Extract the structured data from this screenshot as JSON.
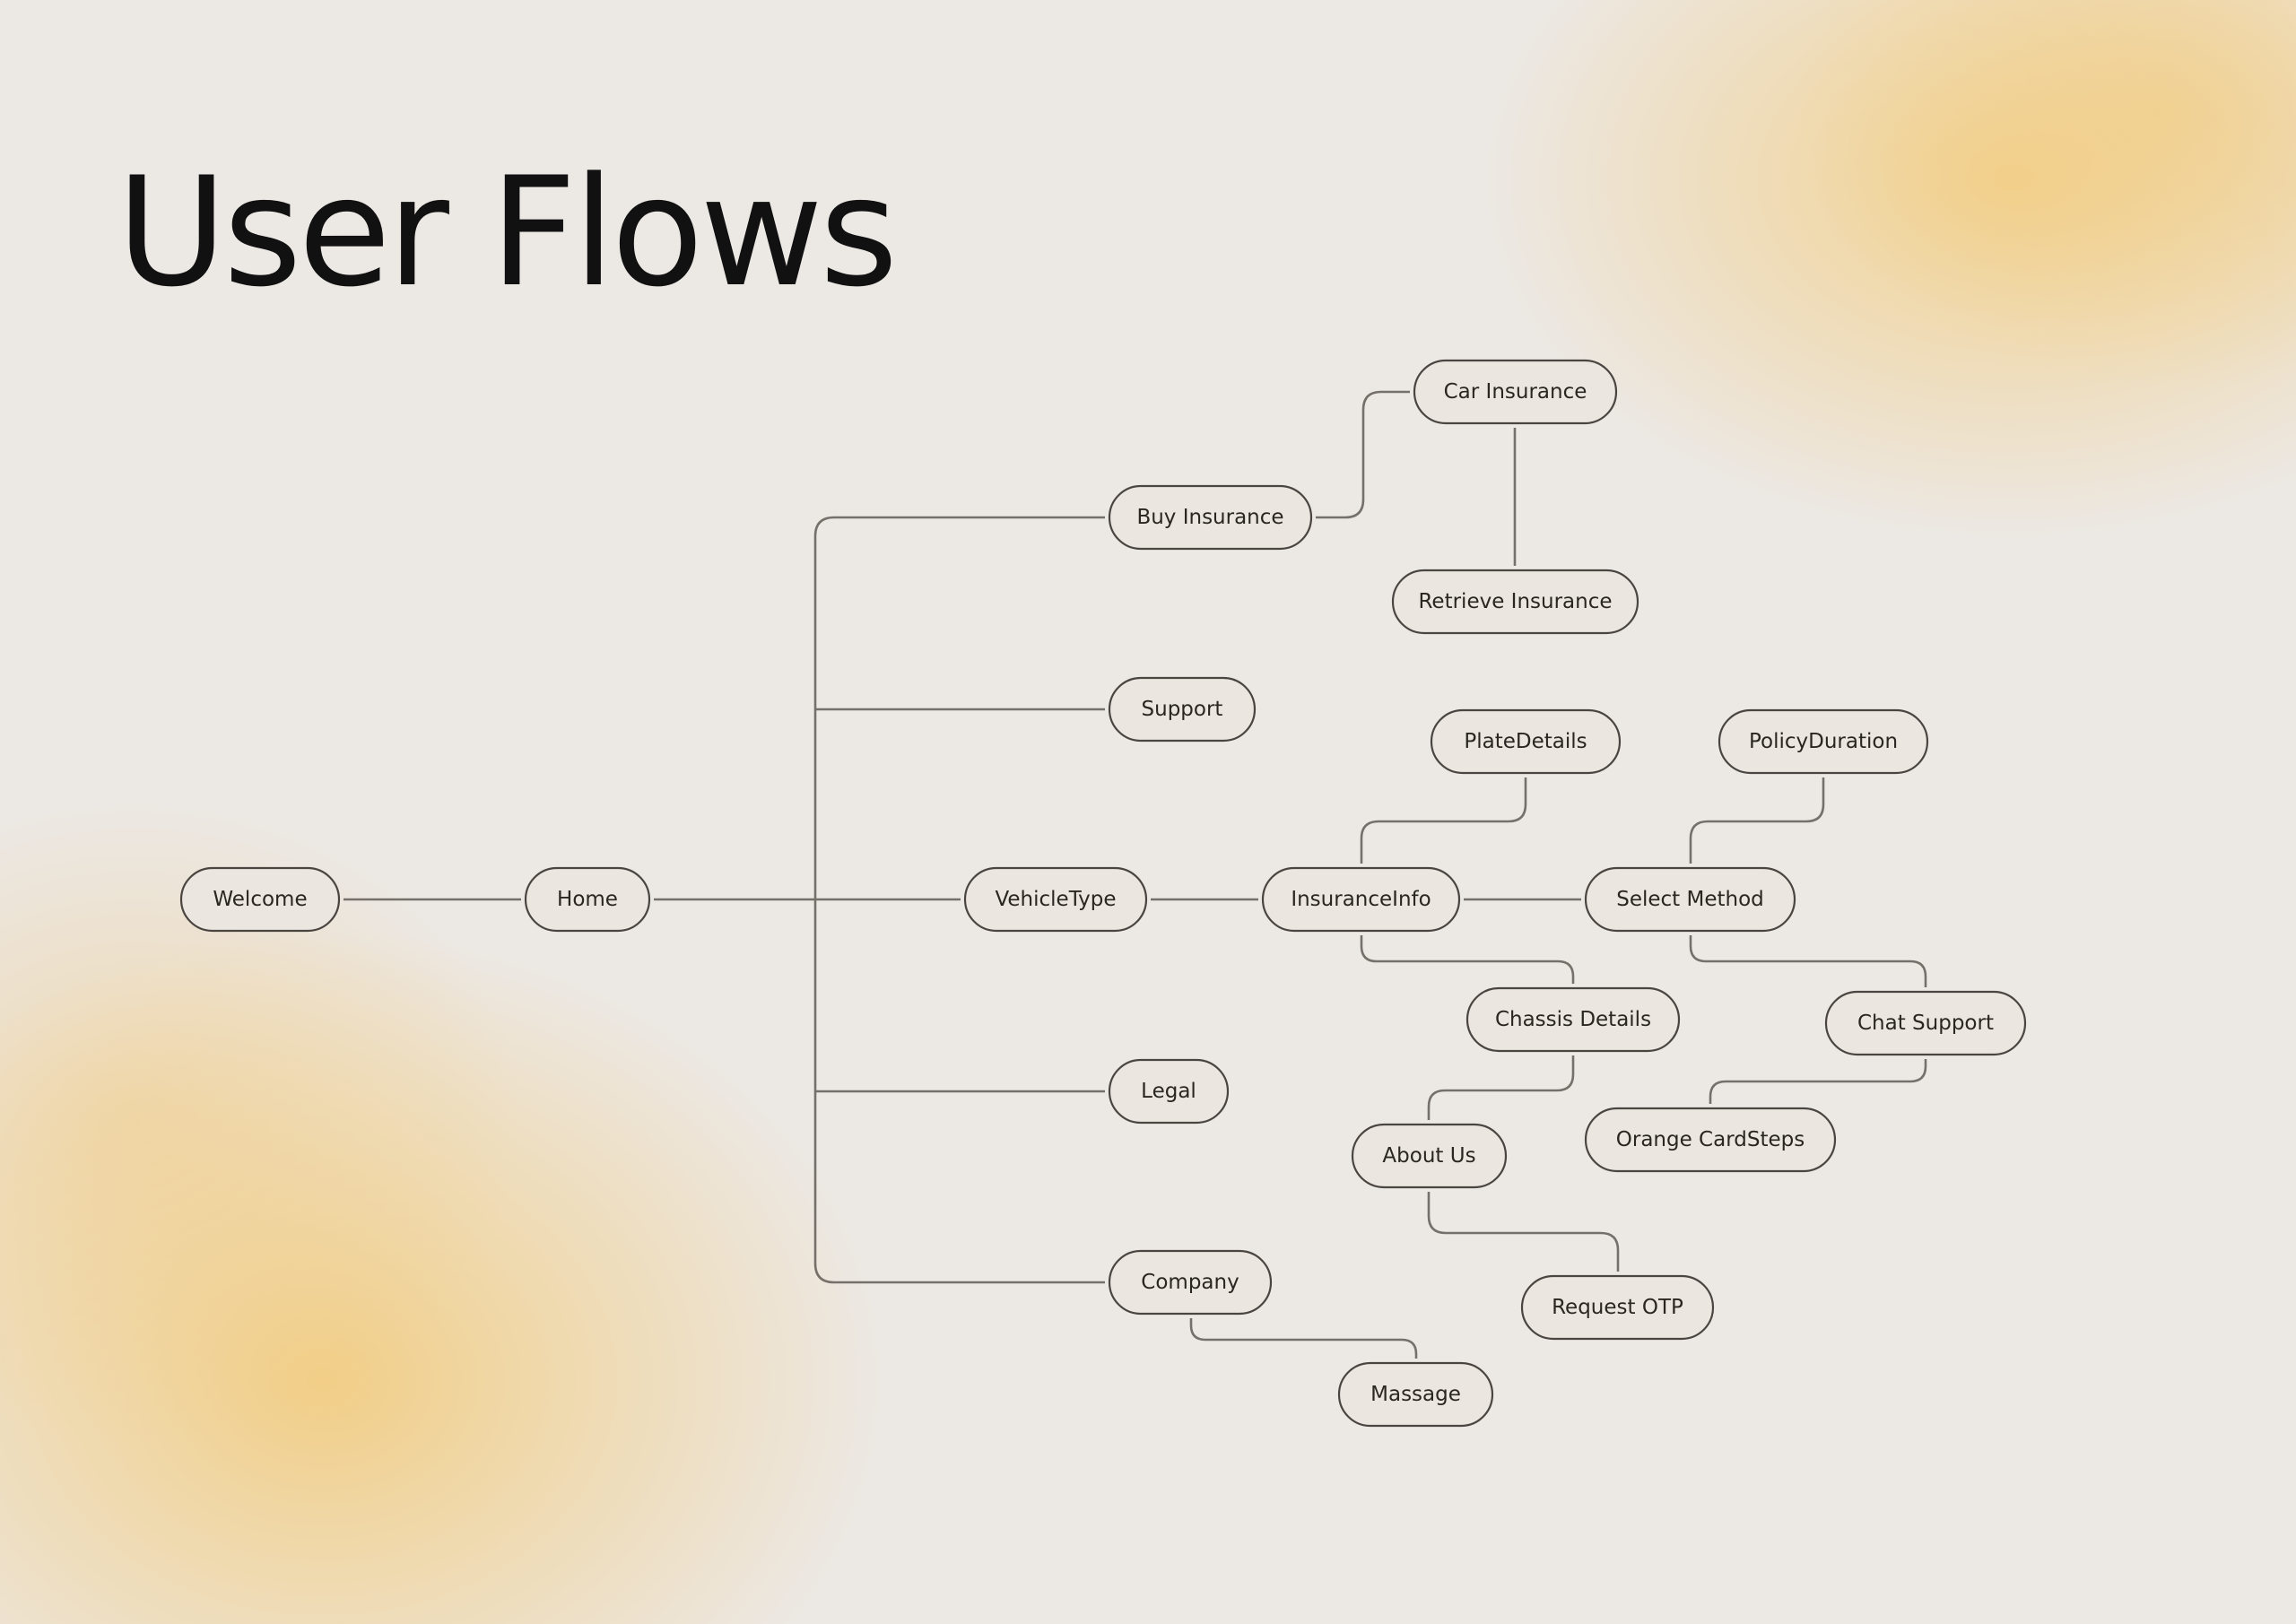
{
  "page": {
    "title": "User Flows",
    "background": "#ece8e4",
    "accent_glow": "#f2cd82",
    "line_color": "#76706a",
    "node_border": "#4a4541",
    "text_color": "#111111"
  },
  "nodes": [
    {
      "id": "welcome",
      "label": "Welcome"
    },
    {
      "id": "home",
      "label": "Home"
    },
    {
      "id": "buy-insurance",
      "label": "Buy Insurance"
    },
    {
      "id": "car-insurance",
      "label": "Car Insurance"
    },
    {
      "id": "retrieve-insurance",
      "label": "Retrieve Insurance"
    },
    {
      "id": "support",
      "label": "Support"
    },
    {
      "id": "vehicle-type",
      "label": "VehicleType"
    },
    {
      "id": "insurance-info",
      "label": "InsuranceInfo"
    },
    {
      "id": "plate-details",
      "label": "PlateDetails"
    },
    {
      "id": "chassis-details",
      "label": "Chassis Details"
    },
    {
      "id": "select-method",
      "label": "Select Method"
    },
    {
      "id": "policy-duration",
      "label": "PolicyDuration"
    },
    {
      "id": "chat-support",
      "label": "Chat Support"
    },
    {
      "id": "orange-card-steps",
      "label": "Orange CardSteps"
    },
    {
      "id": "legal",
      "label": "Legal"
    },
    {
      "id": "about-us",
      "label": "About Us"
    },
    {
      "id": "request-otp",
      "label": "Request OTP"
    },
    {
      "id": "company",
      "label": "Company"
    },
    {
      "id": "massage",
      "label": "Massage"
    }
  ],
  "edges": [
    [
      "welcome",
      "home"
    ],
    [
      "home",
      "buy-insurance"
    ],
    [
      "home",
      "support"
    ],
    [
      "home",
      "vehicle-type"
    ],
    [
      "home",
      "legal"
    ],
    [
      "home",
      "company"
    ],
    [
      "buy-insurance",
      "car-insurance"
    ],
    [
      "car-insurance",
      "retrieve-insurance"
    ],
    [
      "vehicle-type",
      "insurance-info"
    ],
    [
      "insurance-info",
      "plate-details"
    ],
    [
      "insurance-info",
      "chassis-details"
    ],
    [
      "insurance-info",
      "select-method"
    ],
    [
      "select-method",
      "policy-duration"
    ],
    [
      "select-method",
      "chat-support"
    ],
    [
      "chat-support",
      "orange-card-steps"
    ],
    [
      "chassis-details",
      "about-us"
    ],
    [
      "about-us",
      "request-otp"
    ],
    [
      "company",
      "massage"
    ]
  ]
}
